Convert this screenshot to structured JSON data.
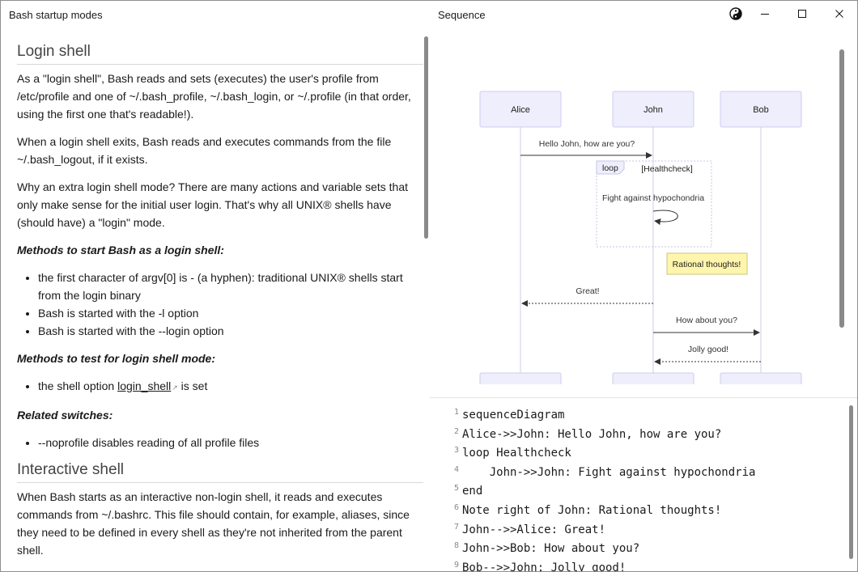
{
  "left_pane": {
    "title": "Bash startup modes",
    "sections": {
      "login": {
        "heading": "Login shell",
        "p1": "As a \"login shell\", Bash reads and sets (executes) the user's profile from /etc/profile and one of ~/.bash_profile, ~/.bash_login, or ~/.profile (in that order, using the first one that's readable!).",
        "p2": "When a login shell exits, Bash reads and executes commands from the file ~/.bash_logout, if it exists.",
        "p3": "Why an extra login shell mode? There are many actions and variable sets that only make sense for the initial user login. That's why all UNIX® shells have (should have) a \"login\" mode.",
        "methods_start_heading": "Methods to start Bash as a login shell:",
        "methods_start": [
          "the first character of argv[0] is - (a hyphen): traditional UNIX® shells start from the login binary",
          "Bash is started with the -l option",
          "Bash is started with the --login option"
        ],
        "methods_test_heading": "Methods to test for login shell mode:",
        "methods_test_prefix": "the shell option ",
        "methods_test_link": "login_shell",
        "methods_test_suffix": " is set",
        "related_heading": "Related switches:",
        "related": [
          "--noprofile disables reading of all profile files"
        ]
      },
      "interactive": {
        "heading": "Interactive shell",
        "p1": "When Bash starts as an interactive non-login shell, it reads and executes commands from ~/.bashrc. This file should contain, for example, aliases, since they need to be defined in every shell as they're not inherited from the parent shell."
      }
    }
  },
  "right_pane": {
    "title": "Sequence",
    "diagram": {
      "actors": [
        "Alice",
        "John",
        "Bob"
      ],
      "msg1": "Hello John, how are you?",
      "loop_label": "loop",
      "loop_condition": "[Healthcheck]",
      "self_msg": "Fight against hypochondria",
      "note": "Rational thoughts!",
      "msg2": "Great!",
      "msg3": "How about you?",
      "msg4": "Jolly good!"
    },
    "code": [
      {
        "n": "1",
        "text": "sequenceDiagram"
      },
      {
        "n": "2",
        "text": "Alice->>John: Hello John, how are you?"
      },
      {
        "n": "3",
        "text": "loop Healthcheck"
      },
      {
        "n": "4",
        "text": "    John->>John: Fight against hypochondria"
      },
      {
        "n": "5",
        "text": "end"
      },
      {
        "n": "6",
        "text": "Note right of John: Rational thoughts!"
      },
      {
        "n": "7",
        "text": "John-->>Alice: Great!"
      },
      {
        "n": "8",
        "text": "John->>Bob: How about you?"
      },
      {
        "n": "9",
        "text": "Bob-->>John: Jolly good!"
      }
    ]
  },
  "window_controls": [
    "theme-icon",
    "minimize-icon",
    "maximize-icon",
    "close-icon"
  ],
  "colors": {
    "actor_fill": "#eeeefc",
    "actor_stroke": "#ccccee",
    "note_fill": "#fff5ad",
    "note_stroke": "#c9c77a",
    "lifeline": "#d4d4ef"
  }
}
